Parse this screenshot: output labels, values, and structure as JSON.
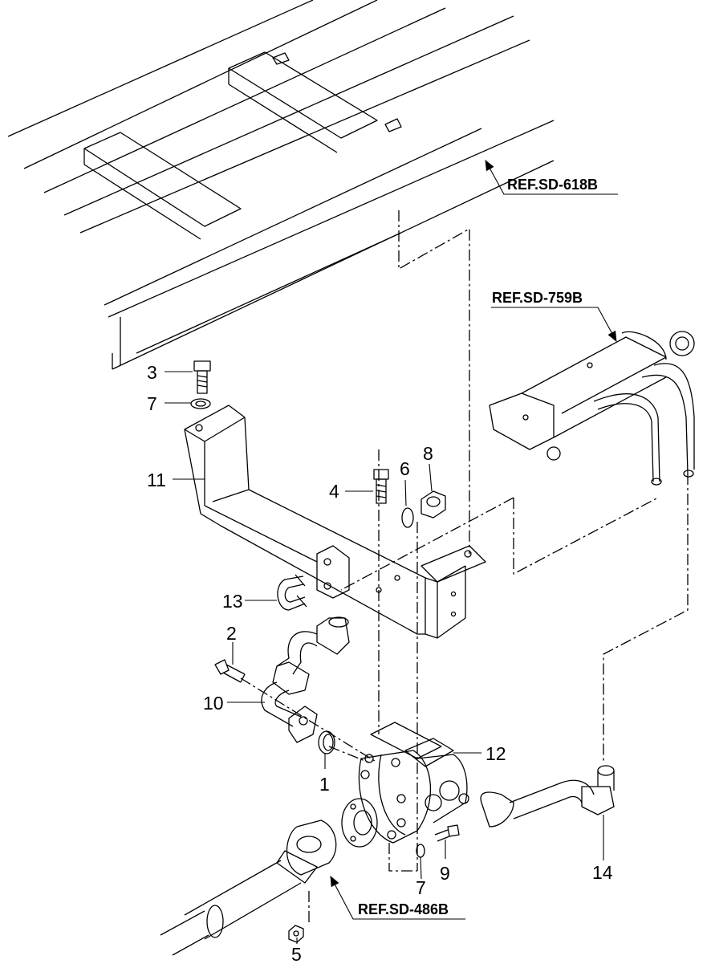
{
  "references": {
    "frame": "REF.SD-618B",
    "cylinder": "REF.SD-759B",
    "driveshaft": "REF.SD-486B"
  },
  "callouts": {
    "c1": "1",
    "c2": "2",
    "c3": "3",
    "c4": "4",
    "c5": "5",
    "c6": "6",
    "c7a": "7",
    "c7b": "7",
    "c8": "8",
    "c9": "9",
    "c10": "10",
    "c11": "11",
    "c12": "12",
    "c13": "13",
    "c14": "14"
  },
  "colors": {
    "line": "#000000",
    "background": "#ffffff"
  }
}
